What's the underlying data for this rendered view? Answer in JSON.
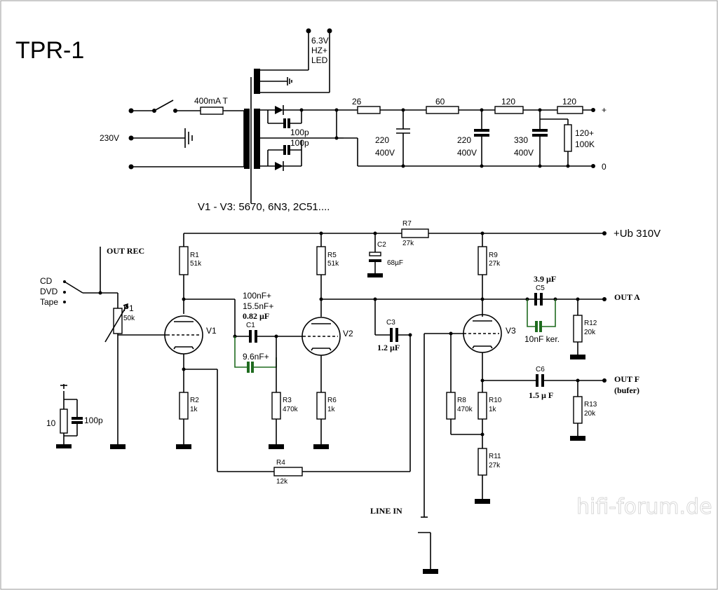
{
  "title": "TPR-1",
  "tubes_note": "V1 - V3: 5670, 6N3, 2C51....",
  "supply": {
    "fuse": "400mA T",
    "mains": "230V",
    "heater": [
      "6.3V",
      "HZ+",
      "LED"
    ],
    "diode_caps": [
      "100p",
      "100p"
    ],
    "resistors": [
      "26",
      "60",
      "120",
      "120"
    ],
    "caps": [
      [
        "220",
        "400V"
      ],
      [
        "220",
        "400V"
      ],
      [
        "330",
        "400V"
      ]
    ],
    "load": [
      "120+",
      "100K"
    ],
    "plus": "+",
    "zero": "0"
  },
  "amp": {
    "ub": "+Ub 310V",
    "out_rec": "OUT REC",
    "inputs": [
      "CD",
      "DVD",
      "Tape"
    ],
    "p1": [
      "P1",
      "50k"
    ],
    "r1": [
      "R1",
      "51k"
    ],
    "r2": [
      "R2",
      "1k"
    ],
    "r3": [
      "R3",
      "470k"
    ],
    "r4": [
      "R4",
      "12k"
    ],
    "r5": [
      "R5",
      "51k"
    ],
    "r6": [
      "R6",
      "1k"
    ],
    "r7": [
      "R7",
      "27k"
    ],
    "r8": [
      "R8",
      "470k"
    ],
    "r9": [
      "R9",
      "27k"
    ],
    "r10": [
      "R10",
      "1k"
    ],
    "r11": [
      "R11",
      "27k"
    ],
    "r12": [
      "R12",
      "20k"
    ],
    "r13": [
      "R13",
      "20k"
    ],
    "v1": "V1",
    "v2": "V2",
    "v3": "V3",
    "c1_label": "C1",
    "c1_values": [
      "100nF+",
      "15.5nF+",
      "0.82 µF"
    ],
    "c1_bypass": "9.6nF+",
    "c2": [
      "C2",
      "68µF"
    ],
    "c3": [
      "C3",
      "1.2 µF"
    ],
    "c5": [
      "C5",
      "3.9 µF"
    ],
    "c5_bypass": "10nF ker.",
    "c6": [
      "C6",
      "1.5 µ F"
    ],
    "out_a": "OUT A",
    "out_f": [
      "OUT F",
      "(bufer)"
    ],
    "line_in": "LINE IN",
    "gnd_net": [
      "10",
      "100p"
    ]
  },
  "watermark": "hifi-forum.de"
}
